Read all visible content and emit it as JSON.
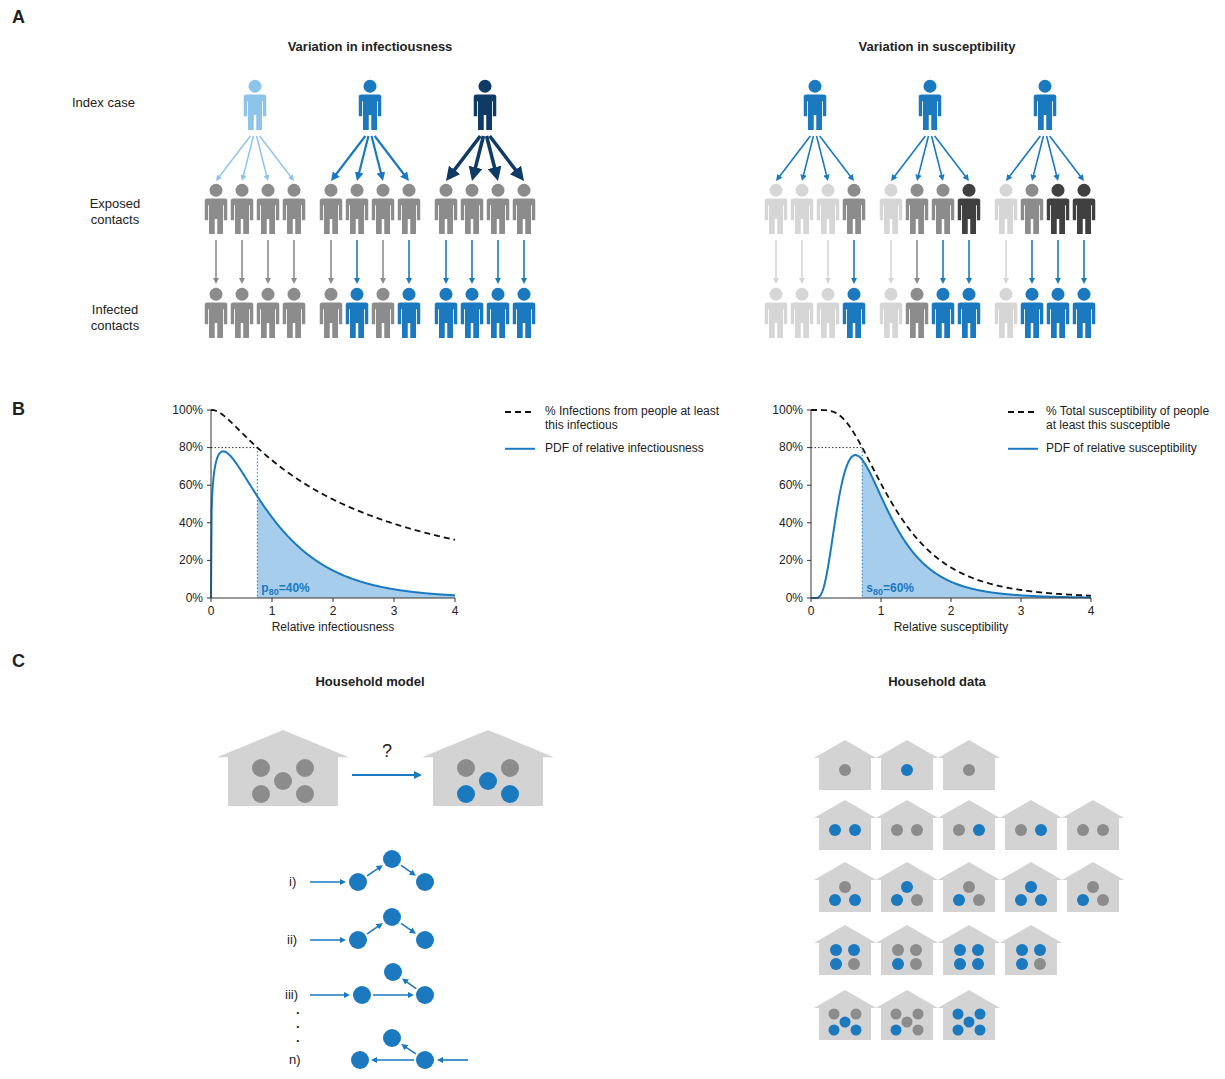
{
  "diagram": {
    "labels": [
      "A",
      "Variation in infectiousness",
      "Variation in susceptibility",
      "Index case",
      "Exposed contacts",
      "Infected contacts",
      "B",
      "100%",
      "80%",
      "60%",
      "40%",
      "20%",
      "0%",
      "0",
      "1",
      "2",
      "3",
      "4",
      "Relative infectiousness",
      "p",
      "80",
      "=40%",
      "100%",
      "80%",
      "60%",
      "40%",
      "20%",
      "0%",
      "0",
      "1",
      "2",
      "3",
      "4",
      "Relative susceptibility",
      "s",
      "80",
      "=60%",
      "C",
      "Household model",
      "Household data",
      "?",
      "i)",
      "ii)",
      "iii)",
      ".",
      ".",
      ".",
      "n)"
    ],
    "legend": [
      {
        "text": "% Infections from people at least this infectious"
      },
      {
        "text": "PDF of relative infectiousness"
      },
      {
        "text": "% Total susceptibility of people at least this susceptible"
      },
      {
        "text": "PDF of relative susceptibility"
      }
    ]
  }
}
